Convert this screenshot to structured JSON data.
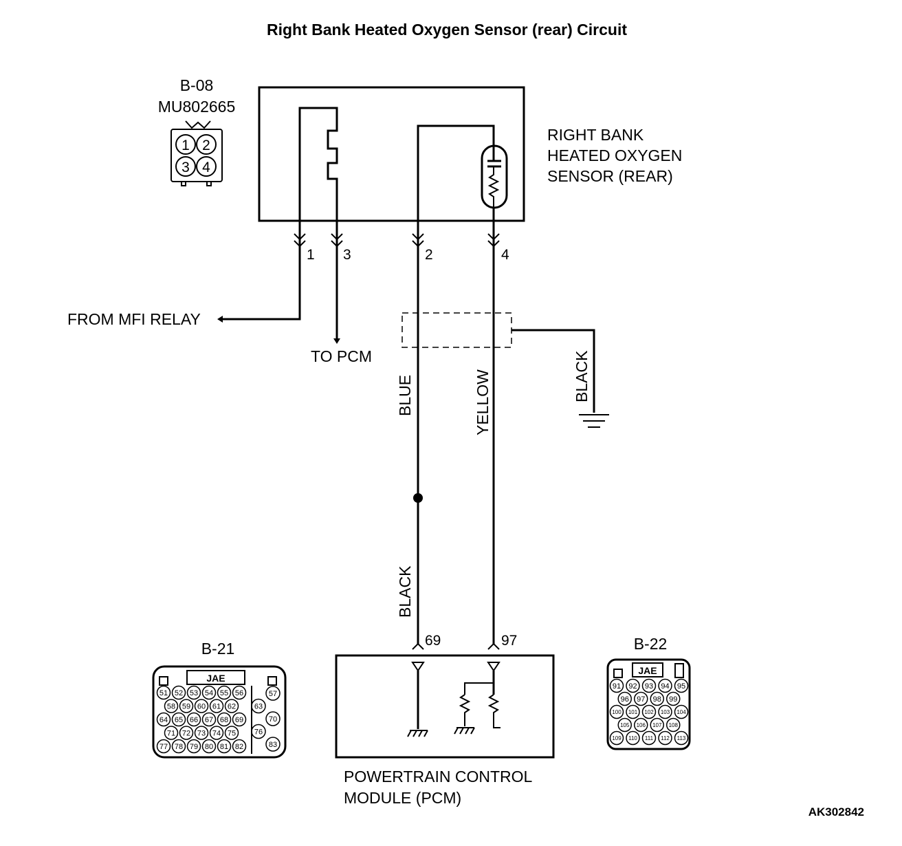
{
  "title": "Right Bank Heated Oxygen Sensor (rear) Circuit",
  "sensor_connector": {
    "id": "B-08",
    "part_number": "MU802665",
    "pins": [
      "1",
      "2",
      "3",
      "4"
    ]
  },
  "sensor_label": [
    "RIGHT BANK",
    "HEATED OXYGEN",
    "SENSOR (REAR)"
  ],
  "sensor_pins": {
    "p1": "1",
    "p3": "3",
    "p2": "2",
    "p4": "4"
  },
  "from_mfi_relay": "FROM MFI RELAY",
  "to_pcm": "TO PCM",
  "wire_colors": {
    "pin2_upper": "BLUE",
    "pin4": "YELLOW",
    "shield_ground": "BLACK",
    "pin2_lower": "BLACK"
  },
  "pcm_pins": {
    "left": "69",
    "right": "97"
  },
  "pcm_label": [
    "POWERTRAIN CONTROL",
    "MODULE (PCM)"
  ],
  "connector_b21": {
    "id": "B-21",
    "maker": "JAE",
    "rows": [
      [
        "51",
        "52",
        "53",
        "54",
        "55",
        "56"
      ],
      [
        "58",
        "59",
        "60",
        "61",
        "62"
      ],
      [
        "64",
        "65",
        "66",
        "67",
        "68",
        "69"
      ],
      [
        "71",
        "72",
        "73",
        "74",
        "75"
      ],
      [
        "77",
        "78",
        "79",
        "80",
        "81",
        "82"
      ]
    ],
    "side": [
      "57",
      "63",
      "70",
      "76",
      "83"
    ]
  },
  "connector_b22": {
    "id": "B-22",
    "maker": "JAE",
    "rows": [
      [
        "91",
        "92",
        "93",
        "94",
        "95"
      ],
      [
        "96",
        "97",
        "98",
        "99"
      ],
      [
        "100",
        "101",
        "102",
        "103",
        "104"
      ],
      [
        "105",
        "106",
        "107",
        "108"
      ],
      [
        "109",
        "110",
        "111",
        "112",
        "113"
      ]
    ]
  },
  "figure_code": "AK302842"
}
